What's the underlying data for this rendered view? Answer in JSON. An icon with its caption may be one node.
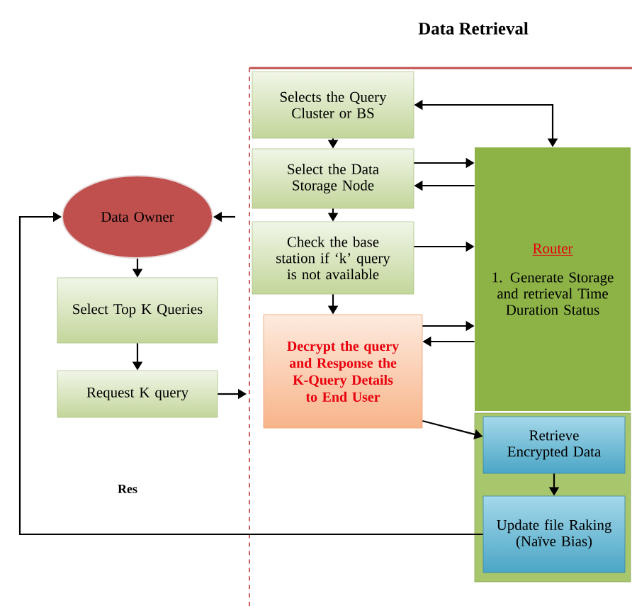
{
  "diagram": {
    "title": "Data Retrieval",
    "nodes": [
      {
        "text": [
          "Data Owner"
        ]
      },
      {
        "text": [
          "Select Top K Queries"
        ]
      },
      {
        "text": [
          "Request K query"
        ]
      },
      {
        "text": [
          "Selects the Query Cluster or BS"
        ]
      },
      {
        "text": [
          "Select the Data Storage Node"
        ]
      },
      {
        "text": [
          "Check the base station if ‘k’ query is not available"
        ]
      },
      {
        "text": [
          "Decrypt the query and Response the K-Query Details to End User"
        ]
      },
      {
        "text": [
          "Router",
          "1. Generate Storage and retrieval Time Duration Status"
        ]
      },
      {
        "text": [],
        "shape": "box"
      },
      {
        "text": [
          "Retrieve Encrypted Data"
        ],
        "in": 8
      },
      {
        "text": [
          "Update file Raking (Naïve Bias)"
        ],
        "in": 8
      }
    ],
    "edges": [
      {
        "from": 0,
        "to": 1,
        "arrow": "to"
      },
      {
        "from": 1,
        "to": 2,
        "arrow": "to"
      },
      {
        "from": 2,
        "to": null,
        "arrow": "to"
      },
      {
        "from": null,
        "to": 0,
        "arrow": "to"
      },
      {
        "from": 3,
        "to": 4,
        "arrow": "to"
      },
      {
        "from": 4,
        "to": 5,
        "arrow": "to"
      },
      {
        "from": 5,
        "to": 6,
        "arrow": "to"
      },
      {
        "from": 3,
        "to": 7,
        "arrow": "both"
      },
      {
        "from": 4,
        "to": 7,
        "arrow": "to"
      },
      {
        "from": 7,
        "to": 4,
        "arrow": "to"
      },
      {
        "from": 5,
        "to": 7,
        "arrow": "to"
      },
      {
        "from": 6,
        "to": 7,
        "arrow": "to"
      },
      {
        "from": 7,
        "to": 6,
        "arrow": "to"
      },
      {
        "from": 6,
        "to": 9,
        "arrow": "to"
      },
      {
        "from": 9,
        "to": 10,
        "arrow": "to"
      },
      {
        "from": 10,
        "to": 0,
        "arrow": "to",
        "label": "Res"
      }
    ]
  }
}
